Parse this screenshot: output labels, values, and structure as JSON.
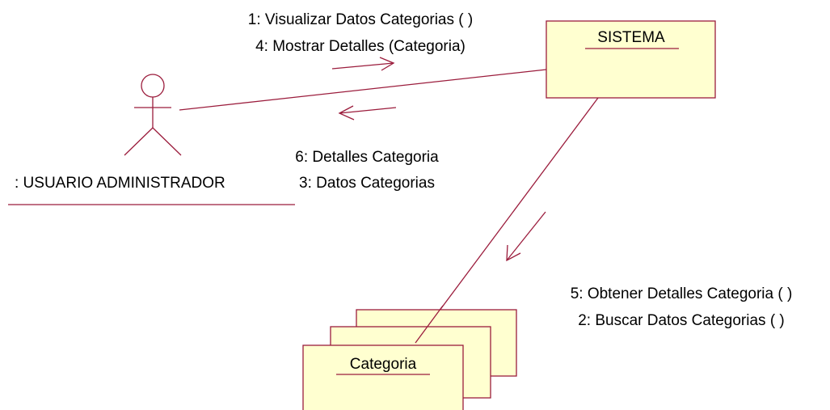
{
  "diagram": {
    "type": "UML collaboration diagram",
    "colors": {
      "line": "#9b1c3c",
      "box_fill": "#ffffd0",
      "text": "#000000",
      "background": "#ffffff"
    },
    "actor": {
      "name": ": USUARIO ADMINISTRADOR"
    },
    "objects": {
      "sistema": {
        "name": "SISTEMA"
      },
      "categoria": {
        "name": "Categoria",
        "multiobject": true
      }
    },
    "messages": {
      "actor_to_sistema": [
        "1: Visualizar Datos Categorias ( )",
        "4: Mostrar Detalles (Categoria)"
      ],
      "sistema_to_actor": [
        "6: Detalles Categoria",
        "3: Datos Categorias"
      ],
      "sistema_to_categoria": [
        "5: Obtener Detalles Categoria ( )",
        "2: Buscar Datos Categorias ( )"
      ]
    }
  }
}
